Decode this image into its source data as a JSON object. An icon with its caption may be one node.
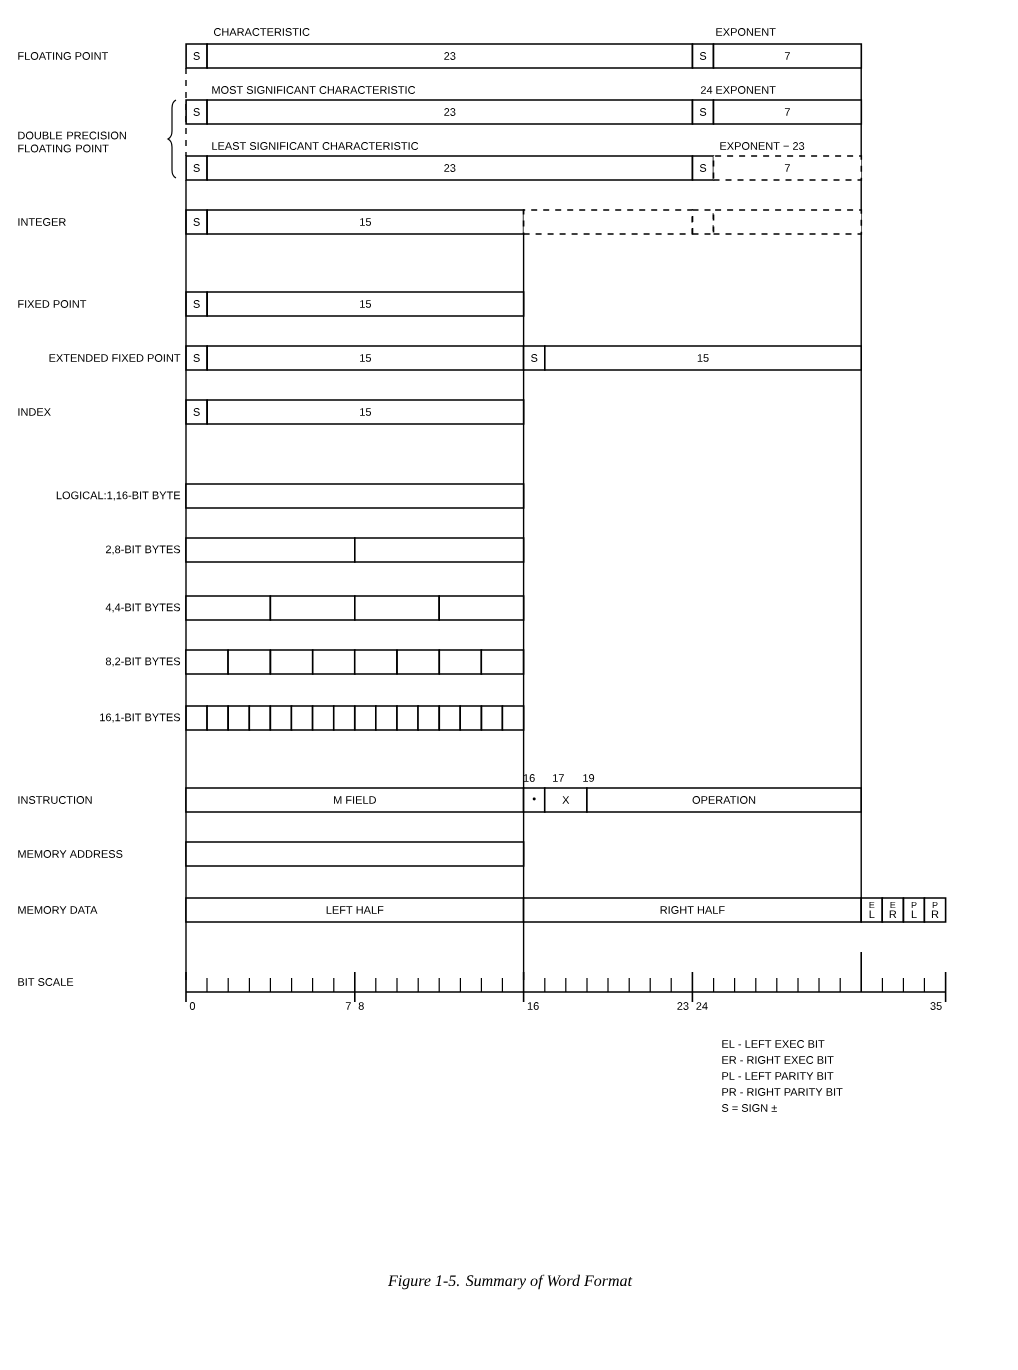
{
  "diagram": {
    "caption": "Figure 1-5. Summary of Word Format",
    "nodes": [
      {
        "text": [
          "S"
        ]
      },
      {
        "text": [
          "23"
        ]
      },
      {
        "text": [
          "S"
        ]
      },
      {
        "text": [
          "7"
        ]
      },
      {
        "text": [
          "S"
        ]
      },
      {
        "text": [
          "23"
        ]
      },
      {
        "text": [
          "S"
        ]
      },
      {
        "text": [
          "7"
        ]
      },
      {
        "text": [
          "S"
        ]
      },
      {
        "text": [
          "23"
        ]
      },
      {
        "text": [
          "S"
        ]
      },
      {
        "text": [
          "7"
        ]
      },
      {
        "text": [
          "S"
        ]
      },
      {
        "text": [
          "15"
        ]
      },
      {
        "text": [],
        "shape": "box"
      },
      {
        "text": [],
        "shape": "box"
      },
      {
        "text": [],
        "shape": "box"
      },
      {
        "text": [
          "S"
        ]
      },
      {
        "text": [
          "15"
        ]
      },
      {
        "text": [
          "S"
        ]
      },
      {
        "text": [
          "15"
        ]
      },
      {
        "text": [
          "S"
        ]
      },
      {
        "text": [
          "15"
        ]
      },
      {
        "text": [
          "S"
        ]
      },
      {
        "text": [
          "15"
        ]
      },
      {
        "text": [],
        "shape": "box"
      },
      {
        "text": [],
        "shape": "box"
      },
      {
        "text": [],
        "shape": "box"
      },
      {
        "text": [],
        "shape": "box"
      },
      {
        "text": [],
        "shape": "box"
      },
      {
        "text": [],
        "shape": "box"
      },
      {
        "text": [],
        "shape": "box"
      },
      {
        "text": [],
        "shape": "box"
      },
      {
        "text": [],
        "shape": "box"
      },
      {
        "text": [],
        "shape": "box"
      },
      {
        "text": [],
        "shape": "box"
      },
      {
        "text": [],
        "shape": "box"
      },
      {
        "text": [],
        "shape": "box"
      },
      {
        "text": [],
        "shape": "box"
      },
      {
        "text": [],
        "shape": "box"
      },
      {
        "text": [],
        "shape": "box"
      },
      {
        "text": [],
        "shape": "box"
      },
      {
        "text": [],
        "shape": "box"
      },
      {
        "text": [],
        "shape": "box"
      },
      {
        "text": [],
        "shape": "box"
      },
      {
        "text": [],
        "shape": "box"
      },
      {
        "text": [],
        "shape": "box"
      },
      {
        "text": [],
        "shape": "box"
      },
      {
        "text": [],
        "shape": "box"
      },
      {
        "text": [],
        "shape": "box"
      },
      {
        "text": [],
        "shape": "box"
      },
      {
        "text": [],
        "shape": "box"
      },
      {
        "text": [],
        "shape": "box"
      },
      {
        "text": [],
        "shape": "box"
      },
      {
        "text": [],
        "shape": "box"
      },
      {
        "text": [],
        "shape": "box"
      },
      {
        "text": [
          "M FIELD"
        ]
      },
      {
        "text": [
          "•"
        ]
      },
      {
        "text": [
          "X"
        ]
      },
      {
        "text": [
          "OPERATION"
        ]
      },
      {
        "text": [],
        "shape": "box"
      },
      {
        "text": [
          "LEFT HALF"
        ]
      },
      {
        "text": [
          "RIGHT HALF"
        ]
      },
      {
        "text": [
          "E",
          "L"
        ]
      },
      {
        "text": [
          "E",
          "R"
        ]
      },
      {
        "text": [
          "P",
          "L"
        ]
      },
      {
        "text": [
          "P",
          "R"
        ]
      }
    ],
    "labels": [
      "CHARACTERISTIC",
      "EXPONENT",
      "FLOATING POINT",
      "MOST SIGNIFICANT CHARACTERISTIC",
      "24",
      "EXPONENT",
      "DOUBLE PRECISION FLOATING POINT",
      "LEAST SIGNIFICANT CHARACTERISTIC",
      "EXPONENT − 23",
      "INTEGER",
      "FIXED POINT",
      "EXTENDED FIXED POINT",
      "INDEX",
      "LOGICAL:1,16-BIT BYTE",
      "2,8-BIT BYTES",
      "4,4-BIT BYTES",
      "8,2-BIT BYTES",
      "16,1-BIT BYTES",
      "16",
      "17",
      "19",
      "INSTRUCTION",
      "MEMORY ADDRESS",
      "MEMORY DATA",
      "BIT SCALE",
      "0",
      "7",
      "8",
      "16",
      "23",
      "24",
      "35",
      "EL - LEFT EXEC BIT",
      "ER - RIGHT EXEC BIT",
      "PL - LEFT PARITY BIT",
      "PR - RIGHT PARITY BIT",
      "S = SIGN ±"
    ]
  }
}
